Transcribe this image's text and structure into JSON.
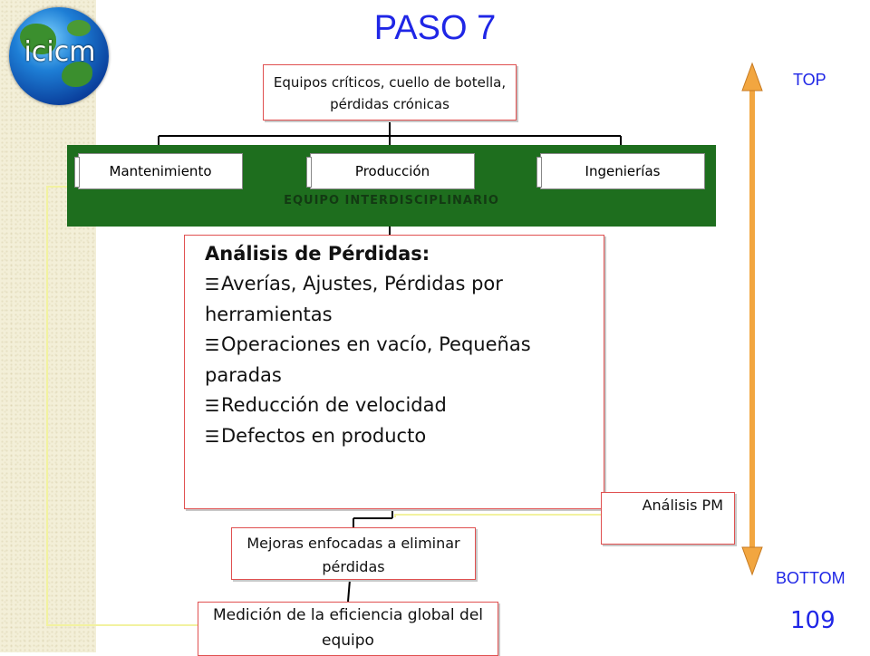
{
  "logo": {
    "text": "icicm"
  },
  "title": "PASO 7",
  "top_box": "Equipos críticos, cuello de botella, pérdidas crónicas",
  "team": {
    "label": "EQUIPO INTERDISCIPLINARIO",
    "members": [
      "Mantenimiento",
      "Producción",
      "Ingenierías"
    ]
  },
  "analysis": {
    "heading": "Análisis de Pérdidas:",
    "bullet_glyph": "☰",
    "items": [
      "Averías, Ajustes, Pérdidas por herramientas",
      "Operaciones en vacío, Pequeñas paradas",
      "Reducción de velocidad",
      "Defectos en producto"
    ]
  },
  "pm_box": "Análisis PM",
  "improvements_box": "Mejoras enfocadas a eliminar pérdidas",
  "measurement_box": "Medición de la eficiencia global del equipo",
  "scale": {
    "top": "TOP",
    "bottom": "BOTTOM"
  },
  "page_number": "109",
  "colors": {
    "title": "#1f26e6",
    "team_band": "#1e6e1e",
    "box_border": "#e05050",
    "arrow": "#f2a640",
    "connector": "#f2f2a0"
  }
}
